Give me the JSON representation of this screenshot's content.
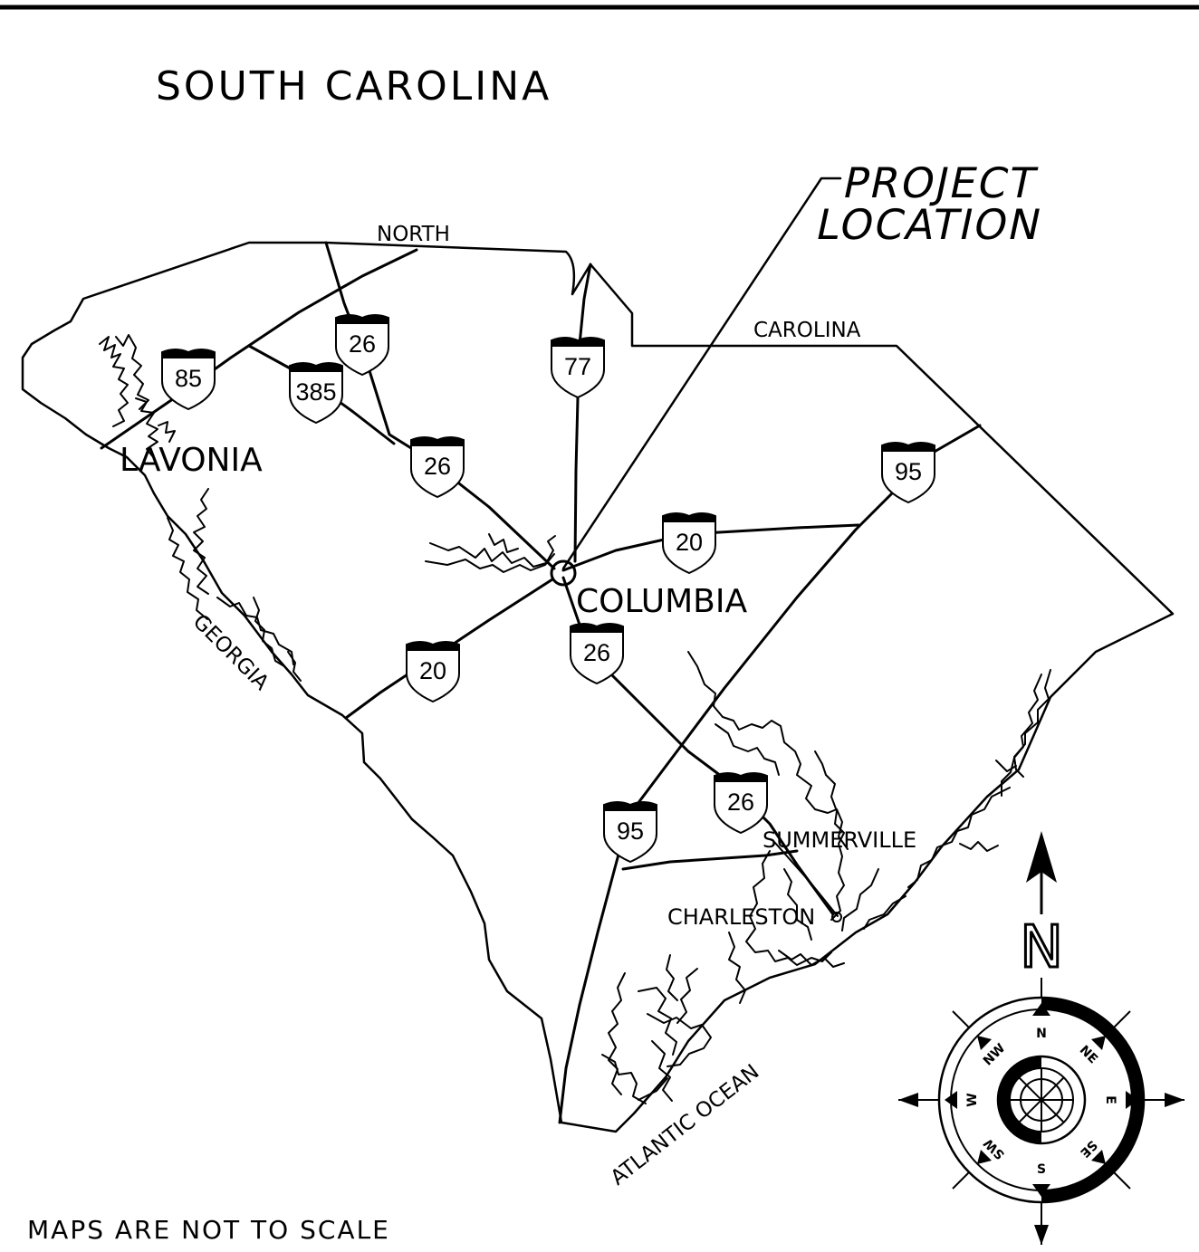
{
  "title": "SOUTH CAROLINA",
  "project_label": [
    "PROJECT",
    "LOCATION"
  ],
  "note": "MAPS ARE NOT TO SCALE",
  "state_labels": {
    "north": "NORTH",
    "carolina": "CAROLINA",
    "georgia": "GEORGIA",
    "ocean": "ATLANTIC OCEAN"
  },
  "cities": {
    "lavonia": "LAVONIA",
    "columbia": "COLUMBIA",
    "summerville": "SUMMERVILLE",
    "charleston": "CHARLESTON"
  },
  "shields": {
    "i85": "85",
    "i385": "385",
    "i26_north": "26",
    "i77": "77",
    "i26_mid": "26",
    "i20_east": "20",
    "i95_north": "95",
    "i20_west": "20",
    "i26_south": "26",
    "i26_lower": "26",
    "i95_south": "95"
  },
  "compass": {
    "big_n": "N",
    "points": {
      "n": "N",
      "ne": "NE",
      "e": "E",
      "se": "SE",
      "s": "S",
      "sw": "SW",
      "w": "W",
      "nw": "NW"
    }
  },
  "colors": {
    "ink": "#000000",
    "paper": "#ffffff"
  }
}
